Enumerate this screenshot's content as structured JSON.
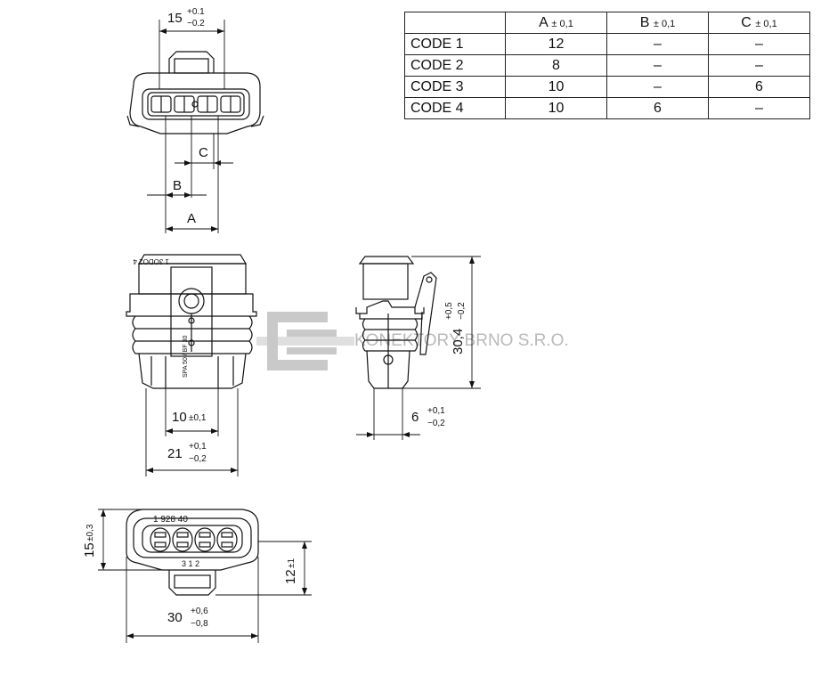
{
  "title": "",
  "watermark": {
    "company": "KONEKTORY BRNO S.R.O.",
    "logo_color": "#c9c9c9"
  },
  "table": {
    "columns": [
      {
        "letter": "A",
        "tolerance": "± 0,1"
      },
      {
        "letter": "B",
        "tolerance": "± 0,1"
      },
      {
        "letter": "C",
        "tolerance": "± 0,1"
      }
    ],
    "rows": [
      {
        "code": "CODE 1",
        "a": "12",
        "b": "–",
        "c": "–"
      },
      {
        "code": "CODE 2",
        "a": "8",
        "b": "–",
        "c": "–"
      },
      {
        "code": "CODE 3",
        "a": "10",
        "b": "–",
        "c": "6"
      },
      {
        "code": "CODE 4",
        "a": "10",
        "b": "6",
        "c": "–"
      }
    ]
  },
  "top_view": {
    "width_dim": {
      "value": "15",
      "tol_plus": "+0.1",
      "tol_minus": "−0.2"
    },
    "label_a": "A",
    "label_b": "B",
    "label_c": "C"
  },
  "front_view": {
    "marking_top": "1 3ODO2 4",
    "marking_side": "SPA 50 / BF 30",
    "inner_dim": {
      "value": "10",
      "tol": "±0,1"
    },
    "outer_dim": {
      "value": "21",
      "tol_plus": "+0,1",
      "tol_minus": "−0,2"
    }
  },
  "side_view": {
    "height_dim": {
      "value": "30,4",
      "tol_plus": "+0,5",
      "tol_minus": "−0,2"
    },
    "width_dim": {
      "value": "6",
      "tol_plus": "+0,1",
      "tol_minus": "−0,2"
    }
  },
  "bottom_view": {
    "marking_top": "1 928 40",
    "marking_bottom": "3 1 2",
    "height_dim": {
      "value": "15",
      "tol": "±0,3"
    },
    "inner_height_dim": {
      "value": "12",
      "tol": "±1"
    },
    "width_dim": {
      "value": "30",
      "tol_plus": "+0,6",
      "tol_minus": "−0,8"
    }
  }
}
